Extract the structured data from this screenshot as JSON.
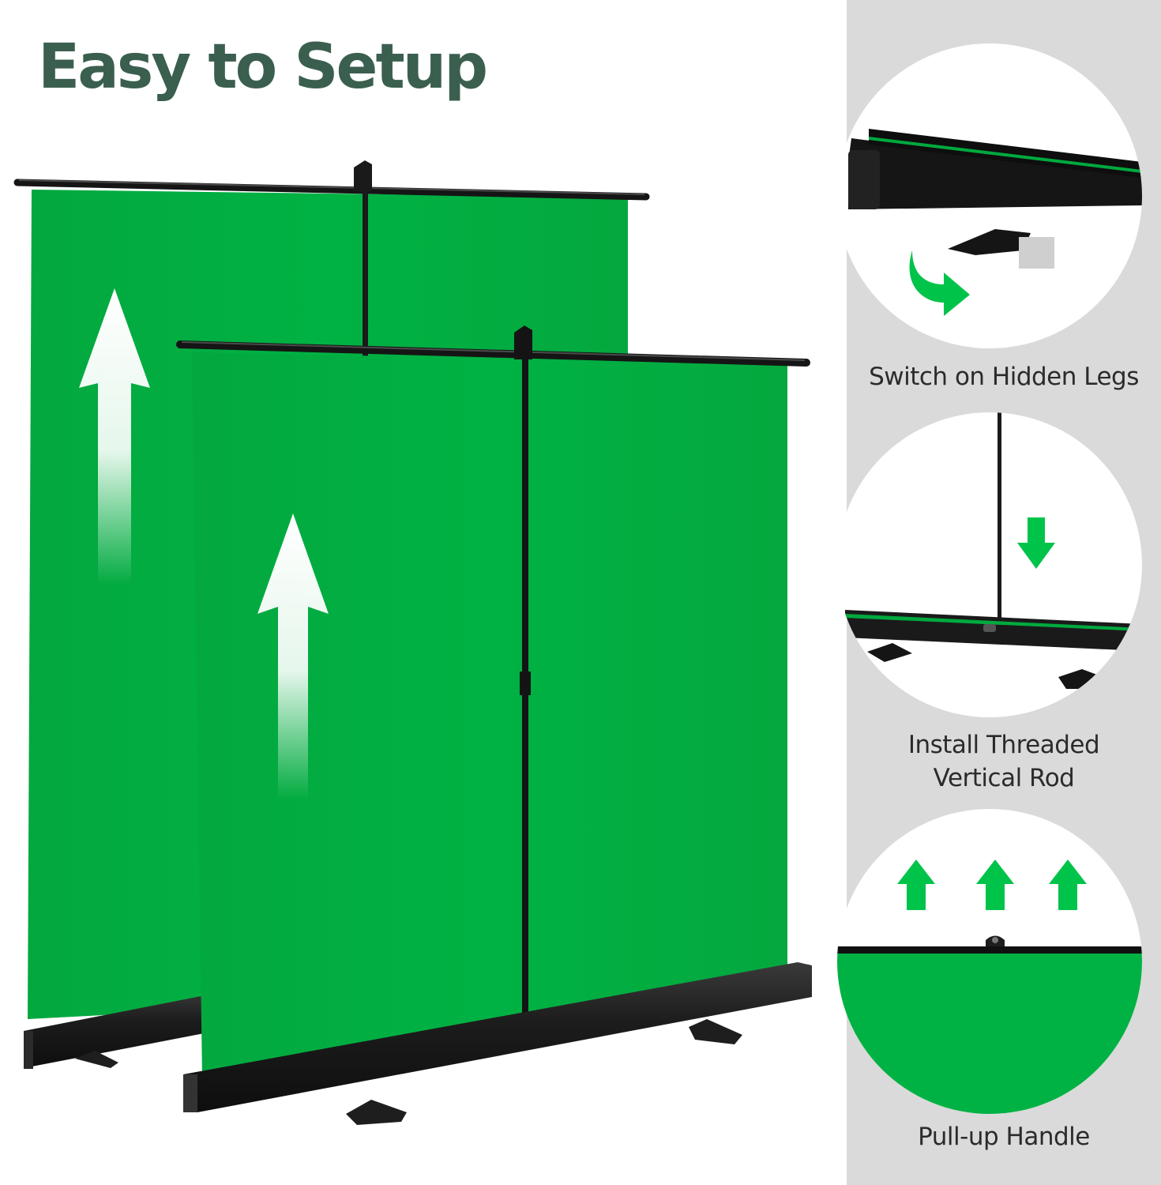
{
  "headline": {
    "text": "Easy to Setup",
    "color": "#3b5f4f"
  },
  "colors": {
    "screen_green": "#00b243",
    "frame_black": "#1c1c1c",
    "panel_gray": "#dadada",
    "arrow_green": "#00c34a"
  },
  "illustration": {
    "subject": "two pull-up green screen backdrops",
    "icons": [
      "up-arrow-icon",
      "up-arrow-icon"
    ]
  },
  "steps": [
    {
      "caption": "Switch on Hidden Legs",
      "icon": "curved-arrow-icon"
    },
    {
      "caption_line1": "Install Threaded",
      "caption_line2": "Vertical Rod",
      "icon": "down-arrow-icon"
    },
    {
      "caption": "Pull-up Handle",
      "icon": "up-arrow-icon"
    }
  ]
}
